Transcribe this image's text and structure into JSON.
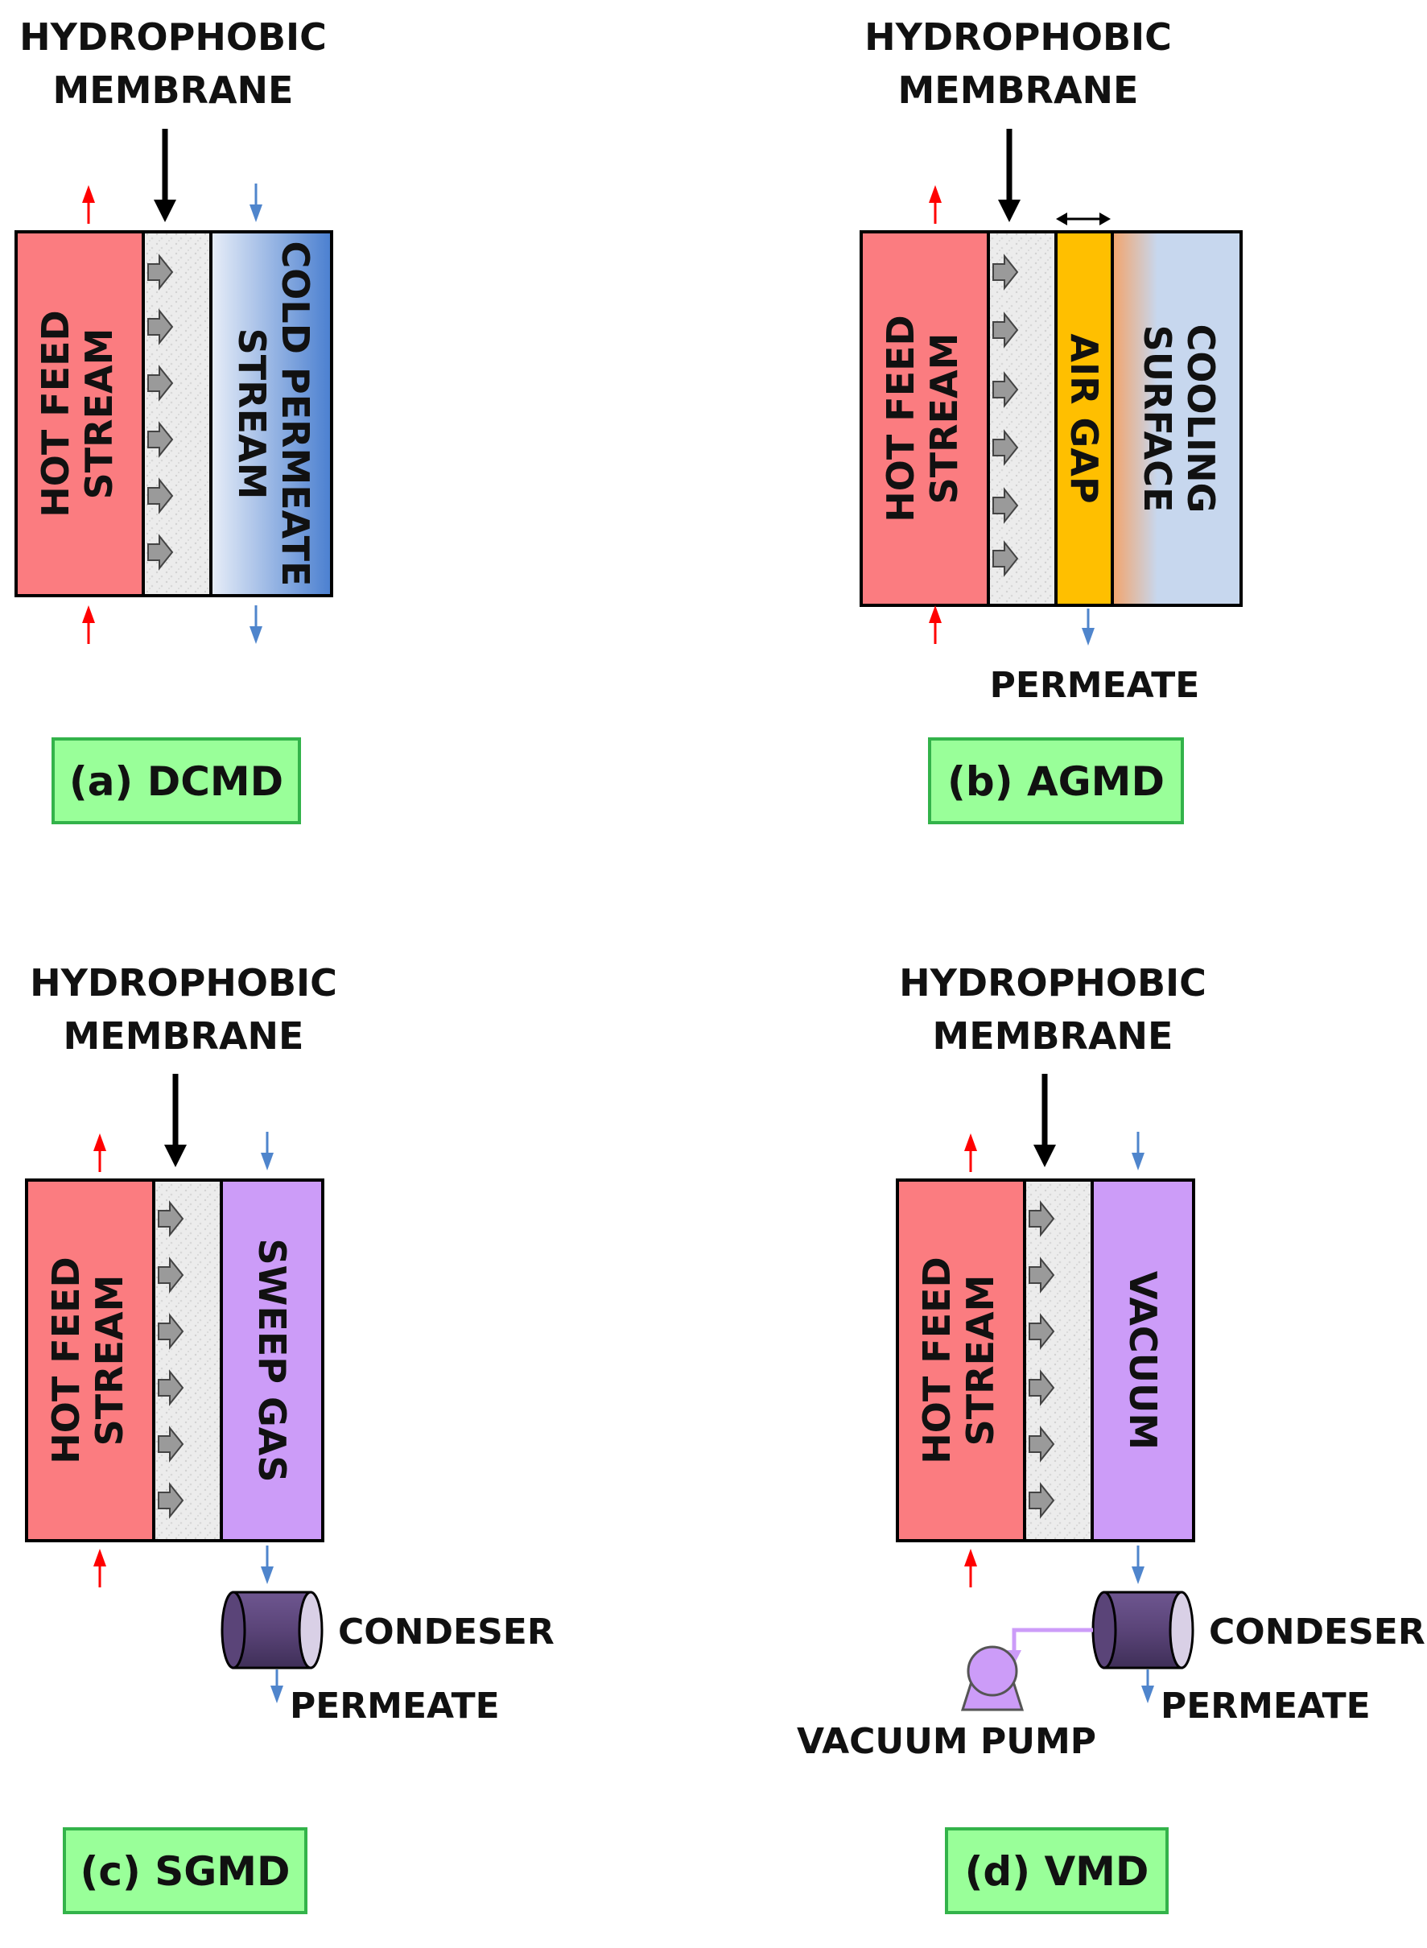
{
  "colors": {
    "hot_feed": "#fb7c80",
    "membrane": "#ebebeb",
    "cold_permeate_light": "#e8eef8",
    "cold_permeate_dark": "#4a7fd0",
    "air_gap": "#ffbf00",
    "cooling_light": "#c7d7ee",
    "cooling_warm": "#f3a46b",
    "sweep_gas": "#cc9cf8",
    "vacuum": "#cc9cf8",
    "condenser": "#5a4478",
    "caption_fill": "#99ff99",
    "caption_border": "#33b34a",
    "arrow_hot": "#ff0000",
    "arrow_cold": "#4f85cc",
    "arrow_black": "#000000",
    "vacuum_line": "#cc9cf8"
  },
  "panels": {
    "a": {
      "header_line1": "HYDROPHOBIC",
      "header_line2": "MEMBRANE",
      "feed_line1": "HOT FEED",
      "feed_line2": "STREAM",
      "right_line1": "COLD PERMEATE",
      "right_line2": "STREAM",
      "caption": "(a) DCMD"
    },
    "b": {
      "header_line1": "HYDROPHOBIC",
      "header_line2": "MEMBRANE",
      "feed_line1": "HOT FEED",
      "feed_line2": "STREAM",
      "gap_label": "AIR GAP",
      "cooling_line1": "COOLING",
      "cooling_line2": "SURFACE",
      "permeate": "PERMEATE",
      "caption": "(b) AGMD"
    },
    "c": {
      "header_line1": "HYDROPHOBIC",
      "header_line2": "MEMBRANE",
      "feed_line1": "HOT FEED",
      "feed_line2": "STREAM",
      "right_label": "SWEEP GAS",
      "condenser": "CONDESER",
      "permeate": "PERMEATE",
      "caption": "(c) SGMD"
    },
    "d": {
      "header_line1": "HYDROPHOBIC",
      "header_line2": "MEMBRANE",
      "feed_line1": "HOT FEED",
      "feed_line2": "STREAM",
      "right_label": "VACUUM",
      "condenser": "CONDESER",
      "permeate": "PERMEATE",
      "pump": "VACUUM PUMP",
      "caption": "(d) VMD"
    }
  }
}
